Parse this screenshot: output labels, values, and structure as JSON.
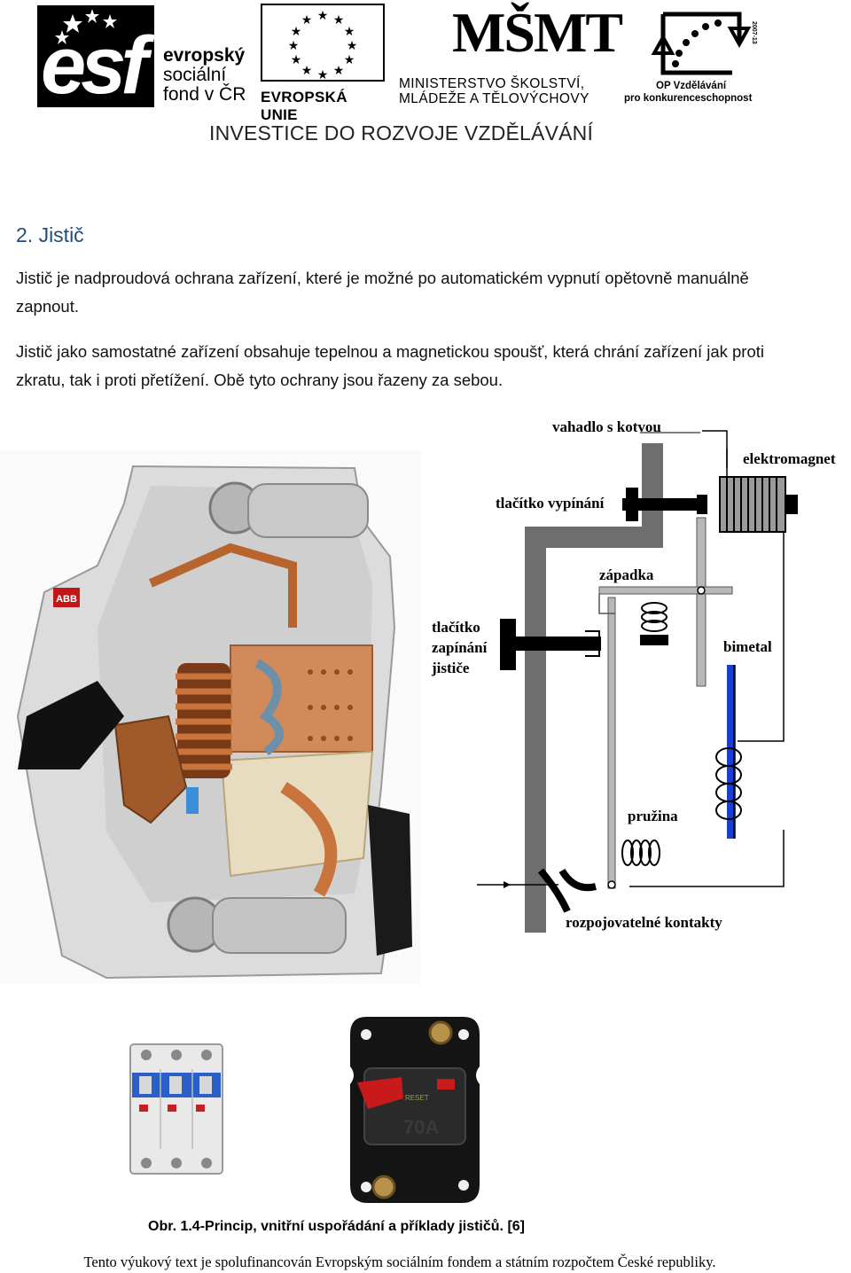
{
  "header": {
    "esf_mark": "esf",
    "esf_line1": "evropský",
    "esf_line2": "sociální",
    "esf_line3": "fond v ČR",
    "eu_text": "EVROPSKÁ UNIE",
    "msmt_mark": "MŠMT",
    "msmt_line1": "MINISTERSTVO ŠKOLSTVÍ,",
    "msmt_line2": "MLÁDEŽE A TĚLOVÝCHOVY",
    "op_line1": "OP Vzdělávání",
    "op_line2": "pro konkurenceschopnost",
    "op_years": "2007-13",
    "investice": "INVESTICE DO ROZVOJE VZDĚLÁVÁNÍ"
  },
  "document": {
    "title": "2. Jistič",
    "paragraph1": "Jistič je nadproudová ochrana zařízení, které je možné po automatickém vypnutí opětovně manuálně zapnout.",
    "paragraph2": "Jistič jako samostatné zařízení obsahuje tepelnou a magnetickou spoušť, která chrání zařízení jak proti zkratu, tak i proti přetížení. Obě tyto ochrany jsou řazeny za sebou."
  },
  "photo": {
    "brand": "ABB"
  },
  "diagram": {
    "labels": {
      "vahadlo": "vahadlo s kotvou",
      "elektromagnet": "elektromagnet",
      "tlacitko_vypinani": "tlačítko vypínání",
      "zapadka": "západka",
      "tlacitko_zapinani_1": "tlačítko",
      "tlacitko_zapinani_2": "zapínání",
      "tlacitko_zapinani_3": "jističe",
      "bimetal": "bimetal",
      "pruzina": "pružina",
      "rozpojovatelne": "rozpojovatelné kontakty"
    },
    "colors": {
      "housing": "#6e6e6e",
      "lever": "#b8b8b8",
      "bimetal": "#1a3fd0",
      "black": "#000000"
    }
  },
  "bottom": {
    "marine_reset": "RESET",
    "marine_rating": "70A"
  },
  "caption": "Obr. 1.4-Princip, vnitřní uspořádání a příklady jističů. [6]",
  "footer": "Tento výukový text je spolufinancován Evropským sociálním fondem a státním rozpočtem České republiky."
}
